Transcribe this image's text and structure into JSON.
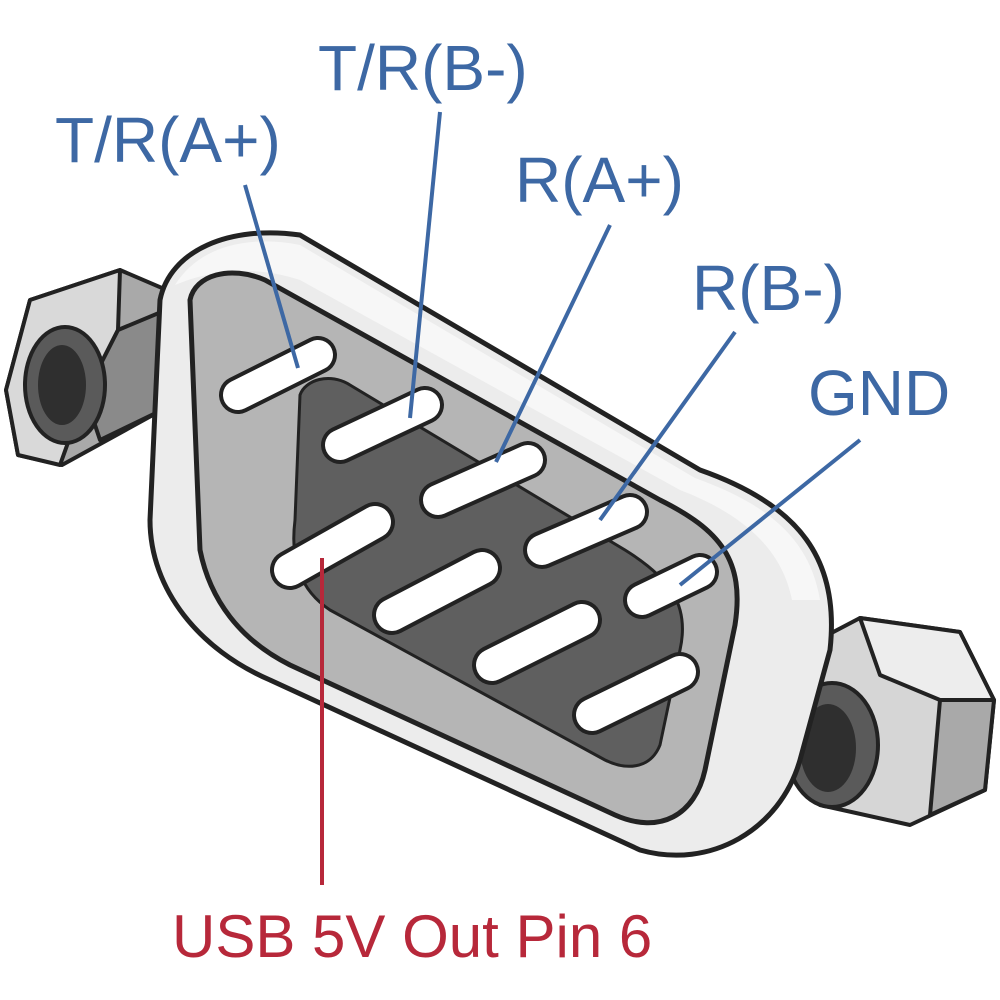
{
  "labels": {
    "pin1": "T/R(A+)",
    "pin2": "T/R(B-)",
    "pin3": "R(A+)",
    "pin4": "R(B-)",
    "pin5": "GND",
    "usb": "USB 5V Out Pin 6"
  },
  "colors": {
    "label_blue": "#3d68a4",
    "label_red": "#b7283a",
    "shell_light": "#e9e9e9",
    "shell_mid": "#b4b4b4",
    "shell_dark": "#5f5f5f",
    "outline": "#222222"
  }
}
